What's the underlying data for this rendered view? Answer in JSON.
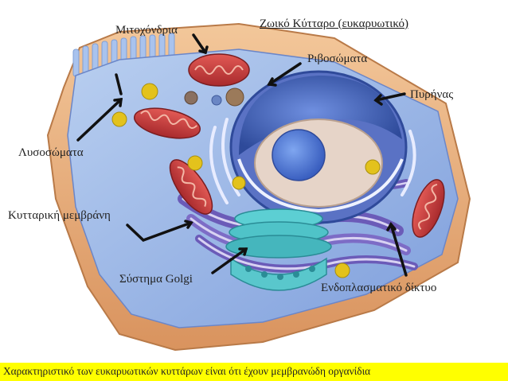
{
  "title": "Ζωικό Κύτταρο (ευκαρυωτικό)",
  "labels": {
    "mitochondria": "Μιτοχόνδρια",
    "ribosomes": "Ριβοσώματα",
    "nucleus": "Πυρήνας",
    "lysosomes": "Λυσοσώματα",
    "membrane": "Κυτταρική μεμβράνη",
    "golgi": "Σύστημα Golgi",
    "er": "Ενδοπλασματικό δίκτυο"
  },
  "footer": "Χαρακτηριστικό των ευκαρυωτικών κυττάρων είναι ότι έχουν μεμβρανώδη οργανίδια",
  "colors": {
    "footer_bg": "#ffff00",
    "cytoplasm": "#8fb3e6",
    "membrane_outer": "#e9b07a",
    "nucleus": "#3f5fb3",
    "mitochondria": "#c8383a",
    "golgi": "#4fc3c8",
    "er": "#6b5bb8",
    "lysosome": "#e3c21c"
  }
}
